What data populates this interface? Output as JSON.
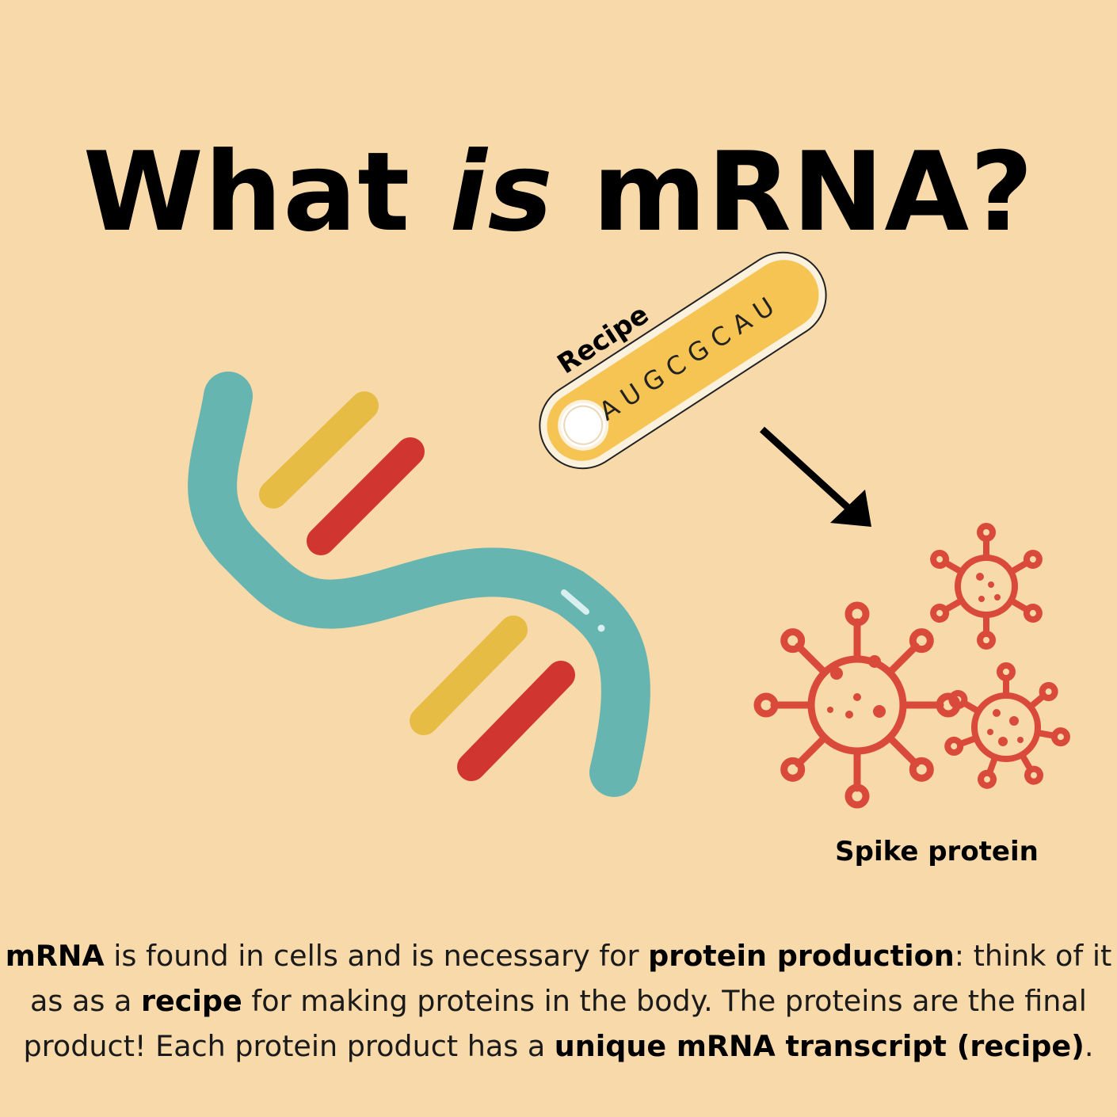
{
  "title": {
    "part1": "What ",
    "part2": "is",
    "part3": " mRNA?"
  },
  "recipe_card": {
    "label": "Recipe",
    "sequence": "AUGCGCAU"
  },
  "spike_label": "Spike protein",
  "body": {
    "line1": {
      "b1": "mRNA",
      "t1": " is found in cells and is necessary for ",
      "b2": "protein production",
      "t2": ": think of it"
    },
    "line2": {
      "t1": "as as a ",
      "b1": "recipe",
      "t2": " for making proteins in the body. The proteins are the final"
    },
    "line3": {
      "t1": "product! Each protein product has a ",
      "b1": "unique mRNA transcript (recipe)",
      "t2": "."
    }
  },
  "colors": {
    "background": "#f8d9a9",
    "dna_strand": "#66b5b0",
    "base_yellow": "#e6bc45",
    "base_red": "#d0352f",
    "recipe_fill": "#f5c453",
    "virus": "#d94a3a"
  }
}
